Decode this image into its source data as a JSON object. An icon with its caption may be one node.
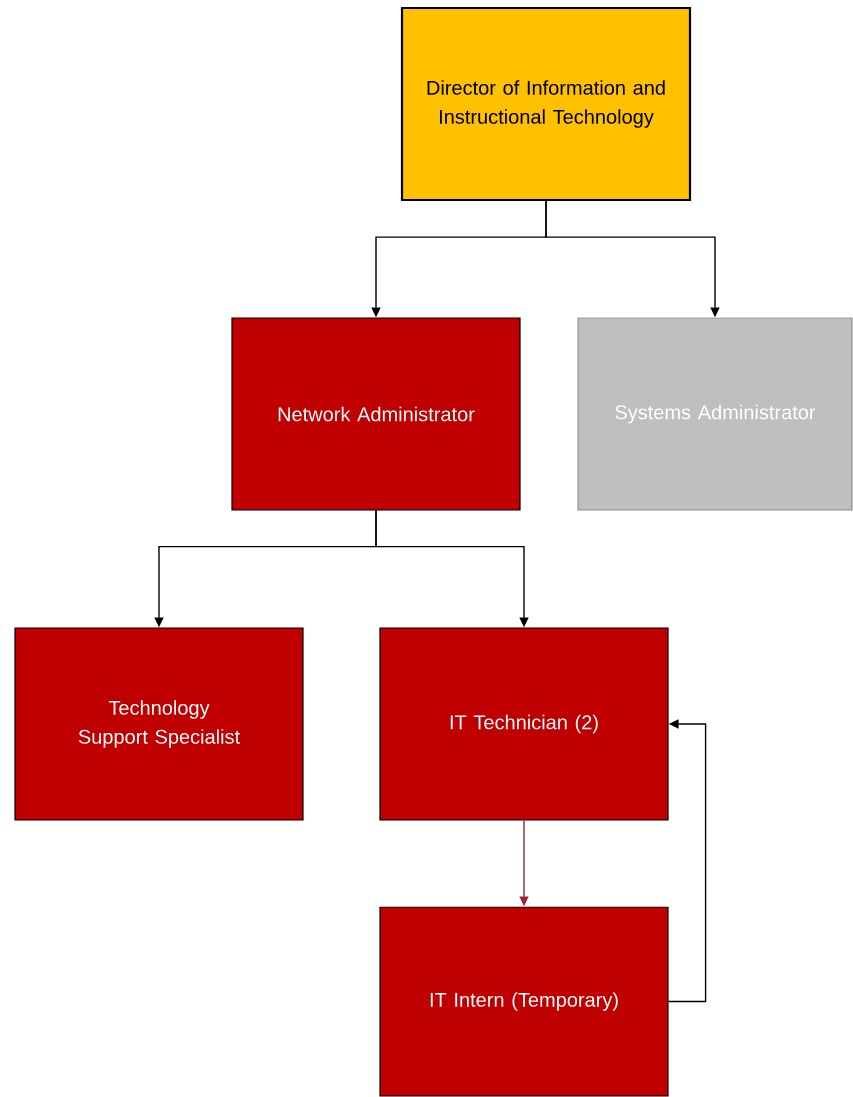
{
  "diagram": {
    "nodes": [
      {
        "text": [
          "Director of Information and Instructional Technology"
        ]
      },
      {
        "text": [
          "Network Administrator"
        ]
      },
      {
        "text": [
          "Systems Administrator"
        ]
      },
      {
        "text": [
          "Technology Support Specialist"
        ]
      },
      {
        "text": [
          "IT Technician (2)"
        ]
      },
      {
        "text": [
          "IT Intern (Temporary)"
        ]
      }
    ],
    "edges": [
      {
        "from": 0,
        "to": 1,
        "arrow": "to"
      },
      {
        "from": 0,
        "to": 2,
        "arrow": "to"
      },
      {
        "from": 1,
        "to": 3,
        "arrow": "to"
      },
      {
        "from": 1,
        "to": 4,
        "arrow": "to"
      },
      {
        "from": 4,
        "to": 5,
        "arrow": "to",
        "color": "#9b2335"
      },
      {
        "from": 5,
        "to": 4,
        "arrow": "to"
      }
    ]
  }
}
